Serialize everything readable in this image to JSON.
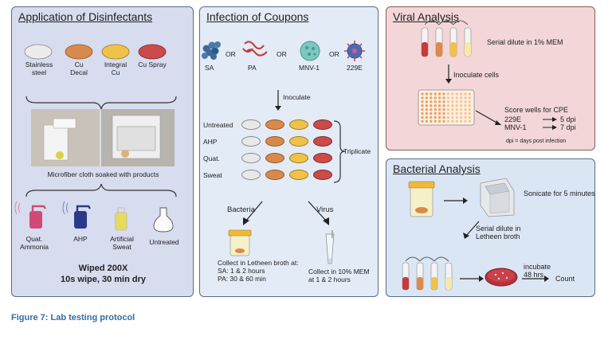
{
  "panels": {
    "disinfectants": {
      "title": "Application of Disinfectants",
      "surfaces": [
        "Stainless\nsteel",
        "Cu\nDecal",
        "Integral\nCu",
        "Cu Spray"
      ],
      "cloth_label": "Microfiber cloth soaked with products",
      "products": [
        "Quat.\nAmmonia",
        "AHP",
        "Artificial\nSweat",
        "Untreated"
      ],
      "wiped": "Wiped 200X",
      "wipe_detail": "10s wipe, 30 min dry"
    },
    "infection": {
      "title": "Infection of Coupons",
      "organisms": [
        "SA",
        "PA",
        "MNV-1",
        "229E"
      ],
      "or_label": "OR",
      "inoculate": "Inoculate",
      "rows": [
        "Untreated",
        "AHP",
        "Quat.",
        "Sweat"
      ],
      "triplicate": "Triplicate",
      "bacteria": "Bacteria",
      "virus": "Virus",
      "bacteria_collect": "Collect in Letheen broth at:\nSA: 1 & 2 hours\nPA: 30 & 60 min",
      "virus_collect": "Collect in 10% MEM\nat 1 & 2 hours"
    },
    "viral": {
      "title": "Viral Analysis",
      "serial": "Serial dilute in 1% MEM",
      "inoculate_cells": "Inoculate cells",
      "score": "Score wells for CPE",
      "e229": "229E",
      "e229_val": "5 dpi",
      "mnv": "MNV-1",
      "mnv_val": "7 dpi",
      "dpi_note": "dpi = days post infection"
    },
    "bacterial": {
      "title": "Bacterial Analysis",
      "sonicate": "Sonicate for 5 minutes",
      "serial": "Serial dilute in\nLetheen broth",
      "incubate": "incubate\n48 hrs",
      "count": "Count"
    }
  },
  "caption": "Figure 7: Lab testing protocol",
  "colors": {
    "steel": "#e8e8e8",
    "decal": "#d98a4a",
    "integral": "#f0c24a",
    "spray": "#cc4a4a",
    "caption": "#2e6ea8"
  }
}
